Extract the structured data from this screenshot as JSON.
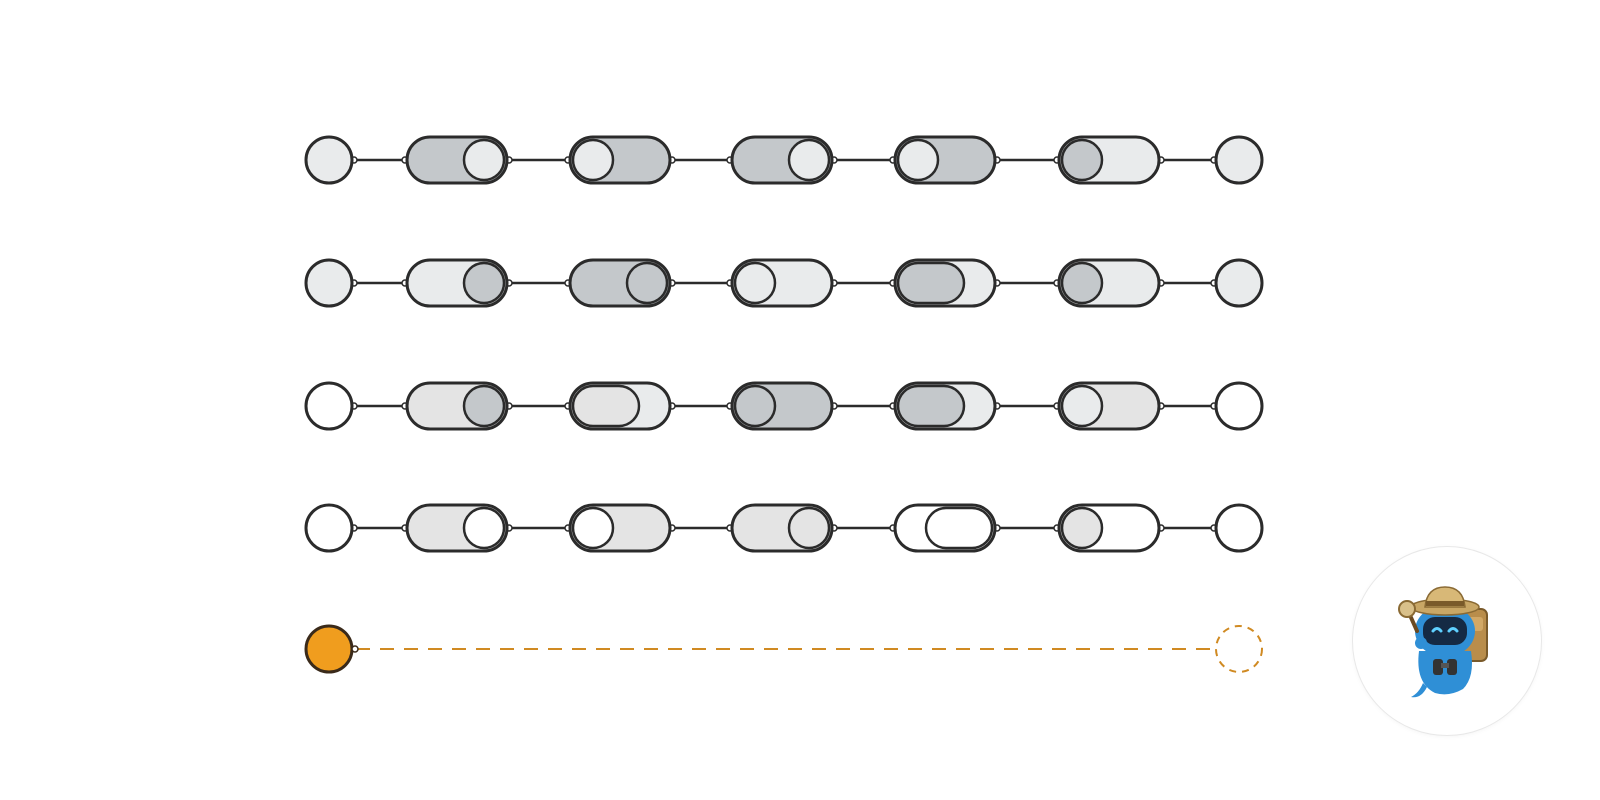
{
  "colors": {
    "stroke": "#2b2b2b",
    "dark_fill": "#c4c8cb",
    "light_fill": "#e9ebec",
    "neutral_fill": "#e4e4e4",
    "empty_fill": "#ffffff",
    "active_fill": "#f09d1e",
    "active_stroke": "#3a2a1a",
    "path_dash": "#d08a22"
  },
  "rows": [
    {
      "end_fill": "light",
      "pills": [
        {
          "body": "dark",
          "knob": "right",
          "knob_fill": "light"
        },
        {
          "body": "dark",
          "knob": "left",
          "knob_fill": "light"
        },
        {
          "body": "dark",
          "knob": "right",
          "knob_fill": "light"
        },
        {
          "body": "dark",
          "knob": "left",
          "knob_fill": "light"
        },
        {
          "body": "light",
          "knob": "left",
          "knob_fill": "dark"
        }
      ]
    },
    {
      "end_fill": "light",
      "pills": [
        {
          "body": "light",
          "knob": "right",
          "knob_fill": "dark"
        },
        {
          "body": "dark",
          "knob": "right",
          "knob_fill": "dark"
        },
        {
          "body": "light",
          "knob": "left",
          "knob_fill": "light"
        },
        {
          "body": "light",
          "knob": "left",
          "knob_fill": "dark",
          "knob_wide": true
        },
        {
          "body": "light",
          "knob": "left",
          "knob_fill": "dark"
        }
      ]
    },
    {
      "end_fill": "empty",
      "pills": [
        {
          "body": "neutral",
          "knob": "right",
          "knob_fill": "dark"
        },
        {
          "body": "light",
          "knob": "left",
          "knob_fill": "neutral",
          "knob_wide": true
        },
        {
          "body": "dark",
          "knob": "left",
          "knob_fill": "dark"
        },
        {
          "body": "light",
          "knob": "left",
          "knob_fill": "dark",
          "knob_wide": true
        },
        {
          "body": "neutral",
          "knob": "left",
          "knob_fill": "light"
        }
      ]
    },
    {
      "end_fill": "empty",
      "pills": [
        {
          "body": "neutral",
          "knob": "right",
          "knob_fill": "empty"
        },
        {
          "body": "neutral",
          "knob": "left",
          "knob_fill": "empty"
        },
        {
          "body": "neutral",
          "knob": "right",
          "knob_fill": "neutral"
        },
        {
          "body": "empty",
          "knob": "right",
          "knob_fill": "empty",
          "knob_wide": true
        },
        {
          "body": "empty",
          "knob": "left",
          "knob_fill": "neutral"
        }
      ]
    }
  ],
  "active_path": {
    "start_fill": "active",
    "end_style": "dashed",
    "connector_style": "dashed"
  },
  "mascot": {
    "icon": "explorer-robot-icon"
  }
}
